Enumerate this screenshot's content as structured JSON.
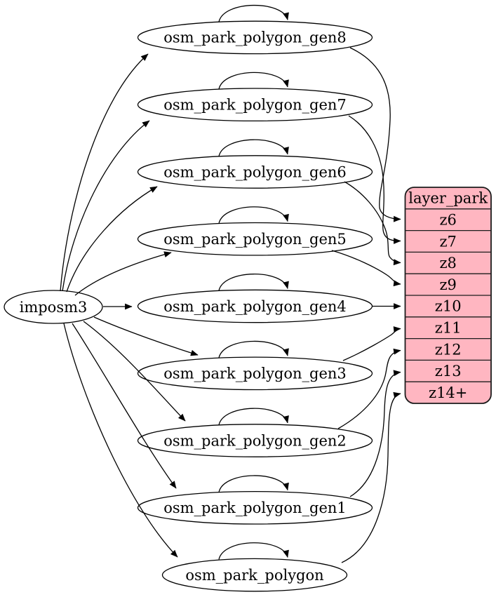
{
  "diagram": {
    "imposm_node": {
      "label": "imposm3"
    },
    "table_nodes": [
      {
        "id": "osm_park_polygon_gen8",
        "label": "osm_park_polygon_gen8"
      },
      {
        "id": "osm_park_polygon_gen7",
        "label": "osm_park_polygon_gen7"
      },
      {
        "id": "osm_park_polygon_gen6",
        "label": "osm_park_polygon_gen6"
      },
      {
        "id": "osm_park_polygon_gen5",
        "label": "osm_park_polygon_gen5"
      },
      {
        "id": "osm_park_polygon_gen4",
        "label": "osm_park_polygon_gen4"
      },
      {
        "id": "osm_park_polygon_gen3",
        "label": "osm_park_polygon_gen3"
      },
      {
        "id": "osm_park_polygon_gen2",
        "label": "osm_park_polygon_gen2"
      },
      {
        "id": "osm_park_polygon_gen1",
        "label": "osm_park_polygon_gen1"
      },
      {
        "id": "osm_park_polygon",
        "label": "osm_park_polygon"
      }
    ],
    "layer_table": {
      "title": "layer_park",
      "rows": [
        "z6",
        "z7",
        "z8",
        "z9",
        "z10",
        "z11",
        "z12",
        "z13",
        "z14+"
      ]
    },
    "edges": [
      {
        "from": "imposm3",
        "to": "osm_park_polygon_gen8"
      },
      {
        "from": "imposm3",
        "to": "osm_park_polygon_gen7"
      },
      {
        "from": "imposm3",
        "to": "osm_park_polygon_gen6"
      },
      {
        "from": "imposm3",
        "to": "osm_park_polygon_gen5"
      },
      {
        "from": "imposm3",
        "to": "osm_park_polygon_gen4"
      },
      {
        "from": "imposm3",
        "to": "osm_park_polygon_gen3"
      },
      {
        "from": "imposm3",
        "to": "osm_park_polygon_gen2"
      },
      {
        "from": "imposm3",
        "to": "osm_park_polygon_gen1"
      },
      {
        "from": "imposm3",
        "to": "osm_park_polygon"
      },
      {
        "from": "osm_park_polygon_gen8",
        "to": "osm_park_polygon_gen8",
        "type": "self-loop"
      },
      {
        "from": "osm_park_polygon_gen7",
        "to": "osm_park_polygon_gen7",
        "type": "self-loop"
      },
      {
        "from": "osm_park_polygon_gen6",
        "to": "osm_park_polygon_gen6",
        "type": "self-loop"
      },
      {
        "from": "osm_park_polygon_gen5",
        "to": "osm_park_polygon_gen5",
        "type": "self-loop"
      },
      {
        "from": "osm_park_polygon_gen4",
        "to": "osm_park_polygon_gen4",
        "type": "self-loop"
      },
      {
        "from": "osm_park_polygon_gen3",
        "to": "osm_park_polygon_gen3",
        "type": "self-loop"
      },
      {
        "from": "osm_park_polygon_gen2",
        "to": "osm_park_polygon_gen2",
        "type": "self-loop"
      },
      {
        "from": "osm_park_polygon_gen1",
        "to": "osm_park_polygon_gen1",
        "type": "self-loop"
      },
      {
        "from": "osm_park_polygon",
        "to": "osm_park_polygon",
        "type": "self-loop"
      },
      {
        "from": "osm_park_polygon_gen8",
        "to": "layer_park.z6"
      },
      {
        "from": "osm_park_polygon_gen7",
        "to": "layer_park.z7"
      },
      {
        "from": "osm_park_polygon_gen6",
        "to": "layer_park.z8"
      },
      {
        "from": "osm_park_polygon_gen5",
        "to": "layer_park.z9"
      },
      {
        "from": "osm_park_polygon_gen4",
        "to": "layer_park.z10"
      },
      {
        "from": "osm_park_polygon_gen3",
        "to": "layer_park.z11"
      },
      {
        "from": "osm_park_polygon_gen2",
        "to": "layer_park.z12"
      },
      {
        "from": "osm_park_polygon_gen1",
        "to": "layer_park.z13"
      },
      {
        "from": "osm_park_polygon",
        "to": "layer_park.z14+"
      }
    ],
    "colors": {
      "table_fill": "#ffb6c1",
      "node_fill": "#ffffff",
      "edge": "#000000"
    }
  }
}
